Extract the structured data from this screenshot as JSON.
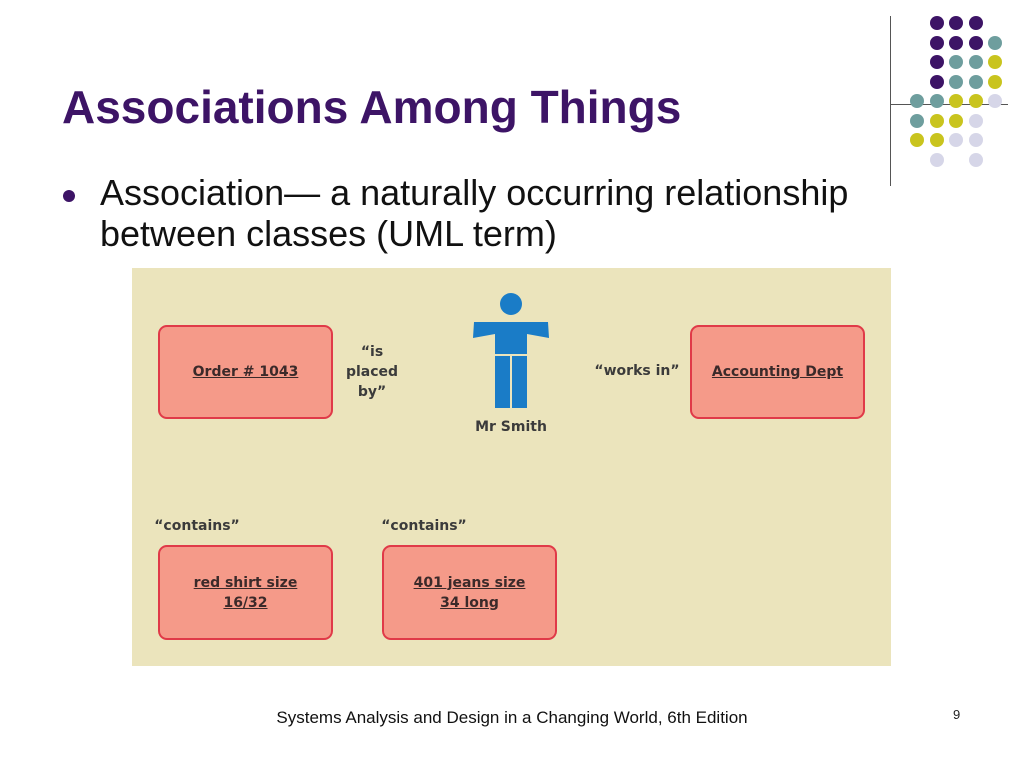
{
  "slide": {
    "title": "Associations Among Things",
    "bullet": "Association— a naturally occurring relationship between classes (UML term)",
    "footer": "Systems Analysis and Design in a Changing World, 6th Edition",
    "slide_number": "9"
  },
  "diagram": {
    "objects": {
      "order": "Order # 1043",
      "accounting": "Accounting Dept",
      "shirt": "red shirt size\n16/32",
      "jeans": "401 jeans size\n34 long",
      "person": "Mr Smith"
    },
    "relations": {
      "placed_by": "“is\nplaced\nby”",
      "works_in": "“works in”",
      "contains_1": "“contains”",
      "contains_2": "“contains”"
    }
  },
  "colors": {
    "title": "#3d1466",
    "panel_bg": "#ebe4bc",
    "box_fill": "#f59a89",
    "box_border": "#e03a48",
    "person": "#1a7cc7",
    "dot_purple": "#3d1466",
    "dot_teal": "#6e9e9e",
    "dot_yellow": "#c9c41e",
    "dot_lavender": "#d6d6e8"
  }
}
